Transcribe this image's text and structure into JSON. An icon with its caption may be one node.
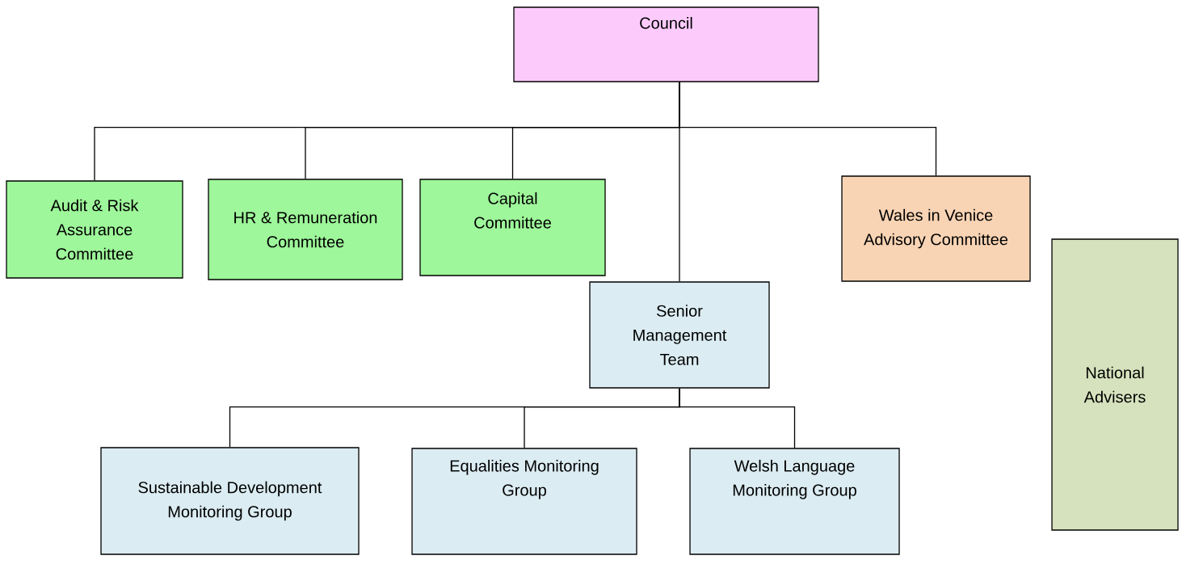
{
  "diagram": {
    "nodes": [
      {
        "text": [
          "Council"
        ]
      },
      {
        "text": [
          "Audit & Risk Assurance Committee"
        ]
      },
      {
        "text": [
          "HR & Remuneration Committee"
        ]
      },
      {
        "text": [
          "Capital Committee"
        ]
      },
      {
        "text": [
          "Wales in Venice Advisory Committee"
        ]
      },
      {
        "text": [
          "Senior Management Team"
        ]
      },
      {
        "text": [
          "Sustainable Development Monitoring Group"
        ]
      },
      {
        "text": [
          "Equalities Monitoring Group"
        ]
      },
      {
        "text": [
          "Welsh Language Monitoring Group"
        ]
      },
      {
        "text": [
          "National Advisers"
        ]
      }
    ],
    "edges": [
      {
        "from": 0,
        "to": 1,
        "arrow": "none"
      },
      {
        "from": 0,
        "to": 2,
        "arrow": "none"
      },
      {
        "from": 0,
        "to": 3,
        "arrow": "none"
      },
      {
        "from": 0,
        "to": 4,
        "arrow": "none"
      },
      {
        "from": 0,
        "to": 5,
        "arrow": "none"
      },
      {
        "from": 5,
        "to": 6,
        "arrow": "none"
      },
      {
        "from": 5,
        "to": 7,
        "arrow": "none"
      },
      {
        "from": 5,
        "to": 8,
        "arrow": "none"
      }
    ]
  }
}
